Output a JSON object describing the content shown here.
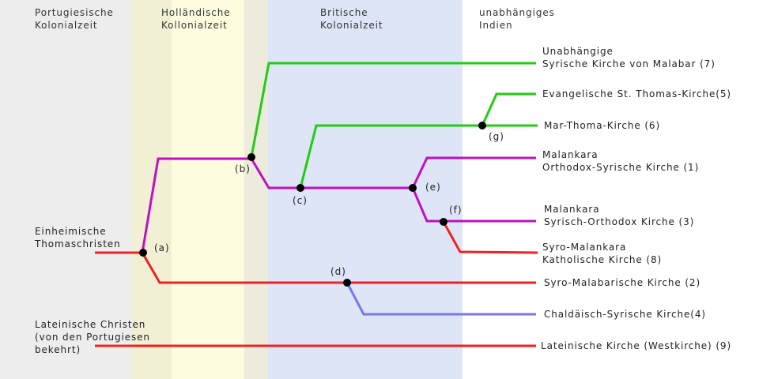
{
  "eras": [
    {
      "label1": "Portugiesische",
      "label2": "Kolonialzeit",
      "color": "#ededed"
    },
    {
      "label1": "Holländische",
      "label2": "Kollonialzeit",
      "color": "#fdfcdf"
    },
    {
      "label1": "Britische",
      "label2": "Kolonialzeit",
      "color": "#dde5f7"
    },
    {
      "label1": "unabhängiges",
      "label2": "Indien",
      "color": "#ffffff"
    }
  ],
  "origins": {
    "thomas": {
      "line1": "Einheimische",
      "line2": "Thomaschristen"
    },
    "latin": {
      "line1": "Lateinische Christen",
      "line2": "(von den Portugiesen",
      "line3": "bekehrt)"
    }
  },
  "churches": {
    "c7": {
      "line1": "Unabhängige",
      "line2": "Syrische Kirche von Malabar (7)"
    },
    "c5": {
      "line1": "Evangelische St. Thomas-Kirche(5)"
    },
    "c6": {
      "line1": "Mar-Thoma-Kirche (6)"
    },
    "c1": {
      "line1": "Malankara",
      "line2": "Orthodox-Syrische Kirche (1)"
    },
    "c3": {
      "line1": "Malankara",
      "line2": "Syrisch-Orthodox Kirche (3)"
    },
    "c8": {
      "line1": "Syro-Malankara",
      "line2": "Katholische Kirche (8)"
    },
    "c2": {
      "line1": "Syro-Malabarische Kirche (2)"
    },
    "c4": {
      "line1": "Chaldäisch-Syrische Kirche(4)"
    },
    "c9": {
      "line1": "Lateinische Kirche (Westkirche) (9)"
    }
  },
  "nodes": {
    "a": "(a)",
    "b": "(b)",
    "c": "(c)",
    "d": "(d)",
    "e": "(e)",
    "f": "(f)",
    "g": "(g)"
  },
  "colors": {
    "green": "#22cc11",
    "magenta": "#c010c0",
    "red": "#ee2222",
    "blue": "#7777ee"
  }
}
